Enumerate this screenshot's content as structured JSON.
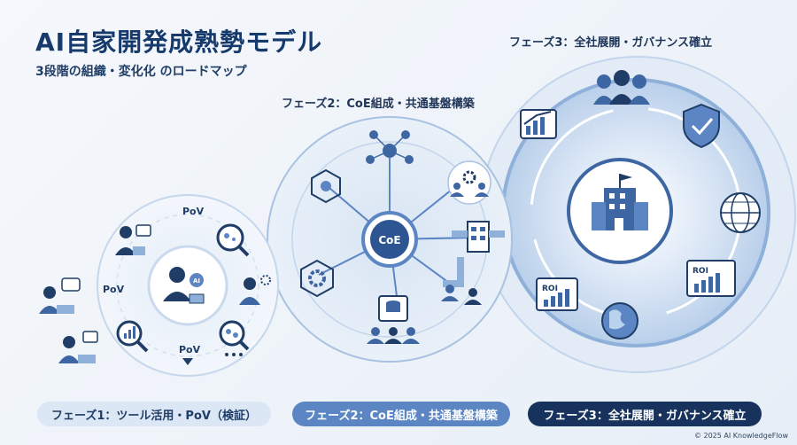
{
  "header": {
    "title": "AI自家開発成熟勢モデル",
    "subtitle": "3段階の組織・変化化 のロードマップ"
  },
  "phases": [
    {
      "heading": "",
      "pill": "フェーズ1：ツール活用・PoV（検証）",
      "labels": [
        "PoV",
        "PoV",
        "PoV"
      ]
    },
    {
      "heading": "フェーズ2：CoE組成・共通基盤構築",
      "pill": "フェーズ2：CoE組成・共通基盤構築",
      "hub": "CoE"
    },
    {
      "heading": "フェーズ3：全社展開・ガバナンス確立",
      "pill": "フェーズ3：全社展開・ガバナンス確立",
      "roi": [
        "ROI",
        "ROI"
      ]
    }
  ],
  "icons": {
    "ai_badge": "AI",
    "phase1": [
      "chat-user-icon",
      "ai-user-icon",
      "ai-laptop-user-icon",
      "magnifier-bacteria-icon",
      "gear-user-icon",
      "magnifier-chart-icon",
      "magnifier-microbe-icon",
      "central-ai-user-icon"
    ],
    "phase2": [
      "network-hub-icon",
      "hexagon-cube-icon",
      "gear-team-icon",
      "hexagon-gear-icon",
      "building-pipe-icon",
      "database-team-icon",
      "team-icon"
    ],
    "phase3": [
      "team-icon",
      "growth-chart-icon",
      "shield-check-icon",
      "headquarters-building-icon",
      "globe-grid-icon",
      "roi-chart-icon",
      "earth-icon"
    ]
  },
  "colors": {
    "primary": "#163a6b",
    "accent": "#5c86c3",
    "light": "#dbe7f5",
    "dark": "#17325c"
  },
  "footer": {
    "copyright": "© 2025 AI KnowledgeFlow"
  }
}
